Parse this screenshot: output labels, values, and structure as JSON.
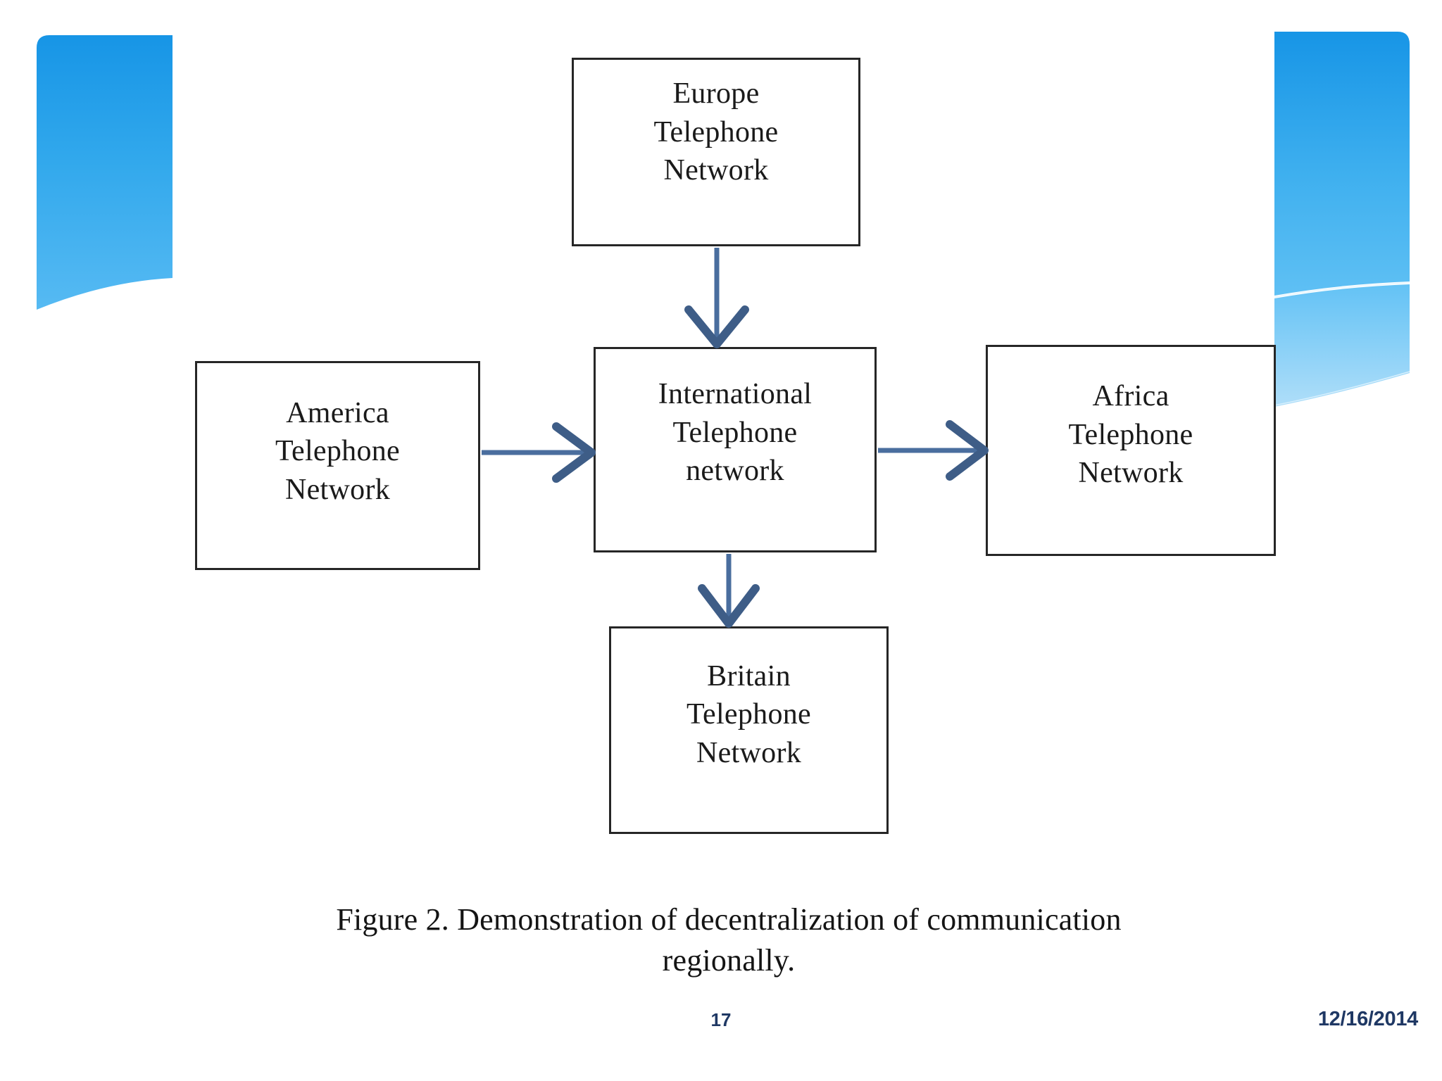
{
  "slide": {
    "background_color": "#FFFFFF",
    "accent_color": "#29A3E8",
    "footer_text_color": "#1F3864",
    "connector_color": "#4A6E9E",
    "node_border_color": "#262626"
  },
  "decorations": {
    "left_banner": {
      "name": "left-blue-banner",
      "gradient_top": "#1B9CE8",
      "gradient_bottom": "#53B8F2"
    },
    "right_banner": {
      "name": "right-blue-banner",
      "gradient_top": "#1B9CE8",
      "gradient_bottom": "#9FD8F7"
    }
  },
  "diagram": {
    "type": "flow-diagram",
    "nodes": [
      {
        "id": "europe",
        "label": "Europe\nTelephone\nNetwork",
        "line1": "Europe",
        "line2": "Telephone",
        "line3": "Network"
      },
      {
        "id": "america",
        "label": "America\nTelephone\nNetwork",
        "line1": "America",
        "line2": "Telephone",
        "line3": "Network"
      },
      {
        "id": "international",
        "label": "International\nTelephone\nnetwork",
        "line1": "International",
        "line2": "Telephone",
        "line3": "network"
      },
      {
        "id": "africa",
        "label": "Africa\nTelephone\nNetwork",
        "line1": "Africa",
        "line2": "Telephone",
        "line3": "Network"
      },
      {
        "id": "britain",
        "label": "Britain\nTelephone\nNetwork",
        "line1": "Britain",
        "line2": "Telephone",
        "line3": "Network"
      }
    ],
    "edges": [
      {
        "from": "europe",
        "to": "international",
        "direction": "down"
      },
      {
        "from": "america",
        "to": "international",
        "direction": "right"
      },
      {
        "from": "international",
        "to": "africa",
        "direction": "right"
      },
      {
        "from": "international",
        "to": "britain",
        "direction": "down"
      }
    ]
  },
  "caption": {
    "text": "Figure 2. Demonstration of decentralization of communication regionally."
  },
  "footer": {
    "slide_number": "17",
    "date": "12/16/2014"
  }
}
